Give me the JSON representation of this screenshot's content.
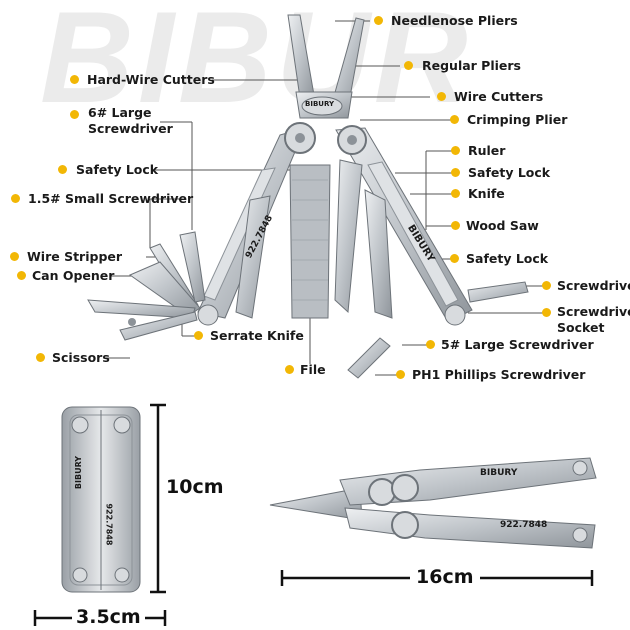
{
  "watermark": "BIBUR",
  "callouts": {
    "needlenose_pliers": "Needlenose Pliers",
    "regular_pliers": "Regular Pliers",
    "hard_wire_cutters": "Hard-Wire Cutters",
    "wire_cutters": "Wire Cutters",
    "large_screwdriver_6": "6# Large\nScrewdriver",
    "crimping_plier": "Crimping Plier",
    "ruler": "Ruler",
    "safety_lock_left": "Safety Lock",
    "safety_lock_right_top": "Safety Lock",
    "small_screwdriver": "1.5# Small Screwdriver",
    "knife": "Knife",
    "wood_saw": "Wood Saw",
    "wire_stripper": "Wire Stripper",
    "safety_lock_right_bottom": "Safety Lock",
    "can_opener": "Can Opener",
    "screwdriver": "Screwdrive",
    "screwdriver_socket": "Screwdrive\nSocket",
    "serrate_knife": "Serrate Knife",
    "large_screwdriver_5": "5# Large Screwdriver",
    "scissors": "Scissors",
    "file": "File",
    "ph1_phillips": "PH1 Phillips Screwdriver"
  },
  "engravings": {
    "brand": "BIBURY",
    "code": "922.7848",
    "pivot_text": "BIBURY"
  },
  "dimensions": {
    "height": "10cm",
    "width": "3.5cm",
    "length": "16cm"
  },
  "colors": {
    "accent_dot": "#f2b705",
    "steel": "#c9cdd1",
    "steel_dark": "#8c9298"
  }
}
